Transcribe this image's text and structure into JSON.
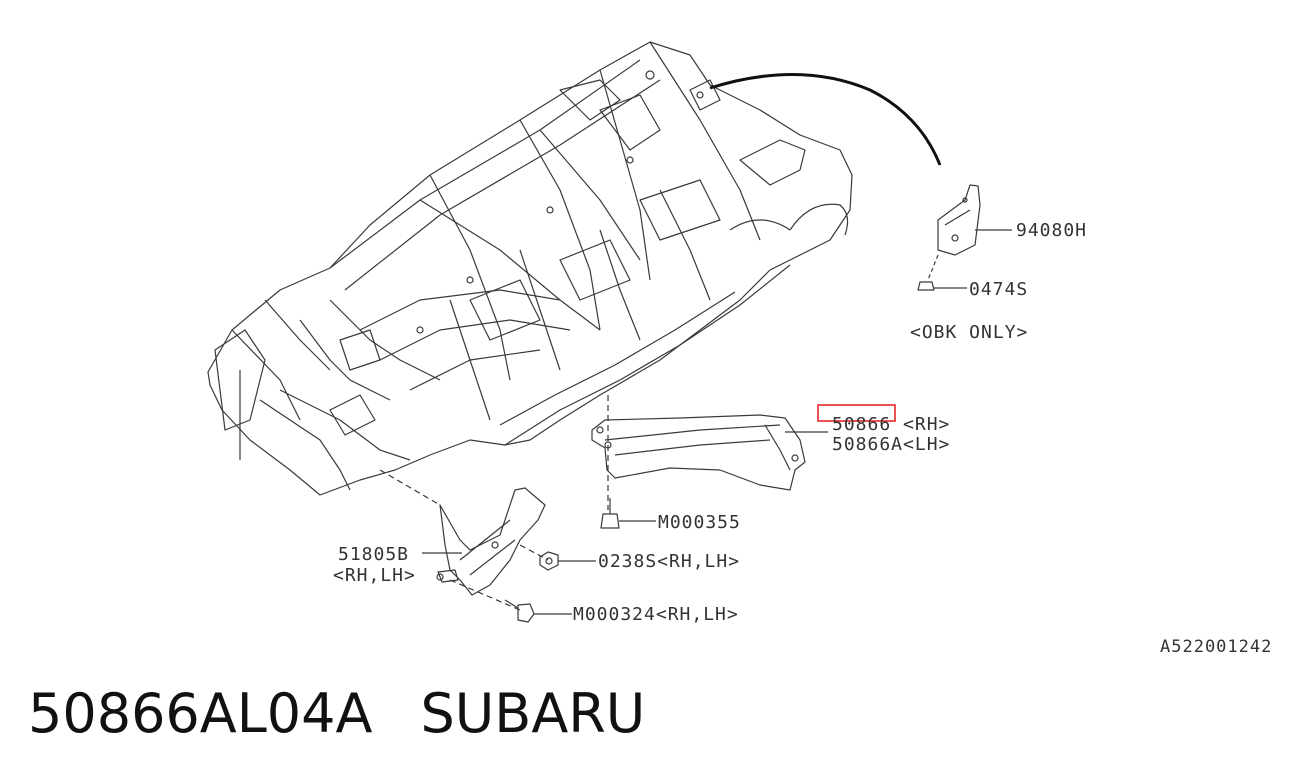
{
  "diagram": {
    "labels": {
      "p94080": "94080H",
      "p0474": "0474S",
      "obk": "<OBK ONLY>",
      "p50866_rh": "50866  <RH>",
      "p50866_lh": "50866A<LH>",
      "m355": "M000355",
      "p51805": "51805B",
      "p51805_side": "<RH,LH>",
      "p0238": "0238S<RH,LH>",
      "m324": "M000324<RH,LH>"
    },
    "highlight_color": "#e8262b",
    "reference": "A522001242"
  },
  "caption": {
    "part_number": "50866AL04A",
    "brand": "SUBARU"
  }
}
